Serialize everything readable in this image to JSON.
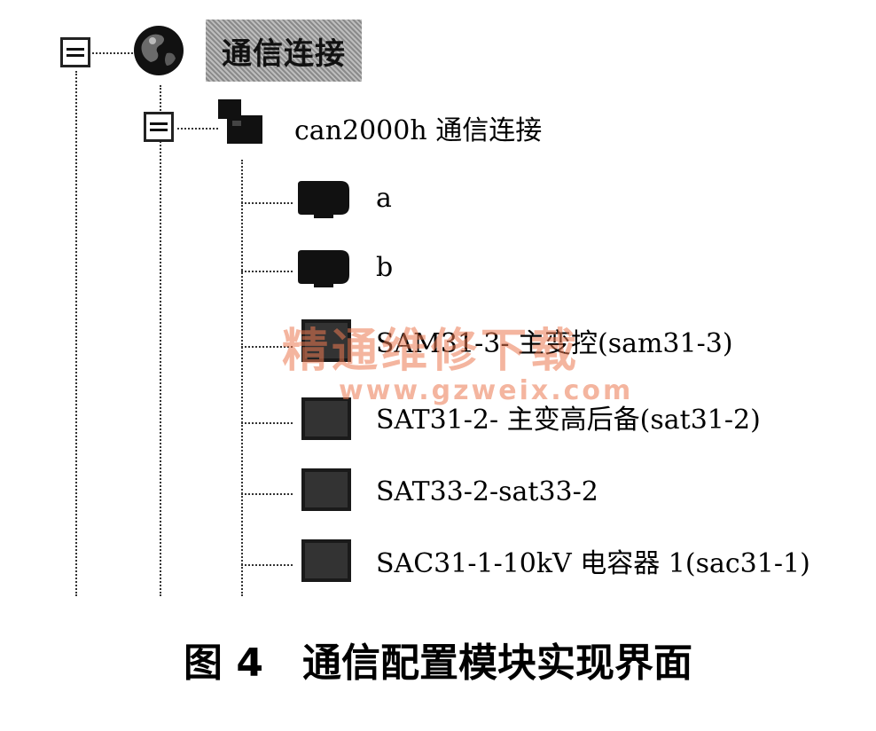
{
  "tree": {
    "root": {
      "label": "通信连接",
      "icon": "globe-icon",
      "expander": "collapse"
    },
    "group": {
      "label": "can2000h 通信连接",
      "icon": "network-device-icon",
      "expander": "collapse"
    },
    "items": [
      {
        "label": "a",
        "icon": "device-node-icon"
      },
      {
        "label": "b",
        "icon": "device-node-icon"
      },
      {
        "label": "SAM31-3- 主变控(sam31-3)",
        "icon": "device-module-icon"
      },
      {
        "label": "SAT31-2- 主变高后备(sat31-2)",
        "icon": "device-module-icon"
      },
      {
        "label": "SAT33-2-sat33-2",
        "icon": "device-module-icon"
      },
      {
        "label": "SAC31-1-10kV 电容器 1(sac31-1)",
        "icon": "device-module-icon"
      }
    ]
  },
  "watermark": {
    "title": "精通维修下载",
    "url": "www.gzweix.com"
  },
  "caption": "图 4　通信配置模块实现界面"
}
